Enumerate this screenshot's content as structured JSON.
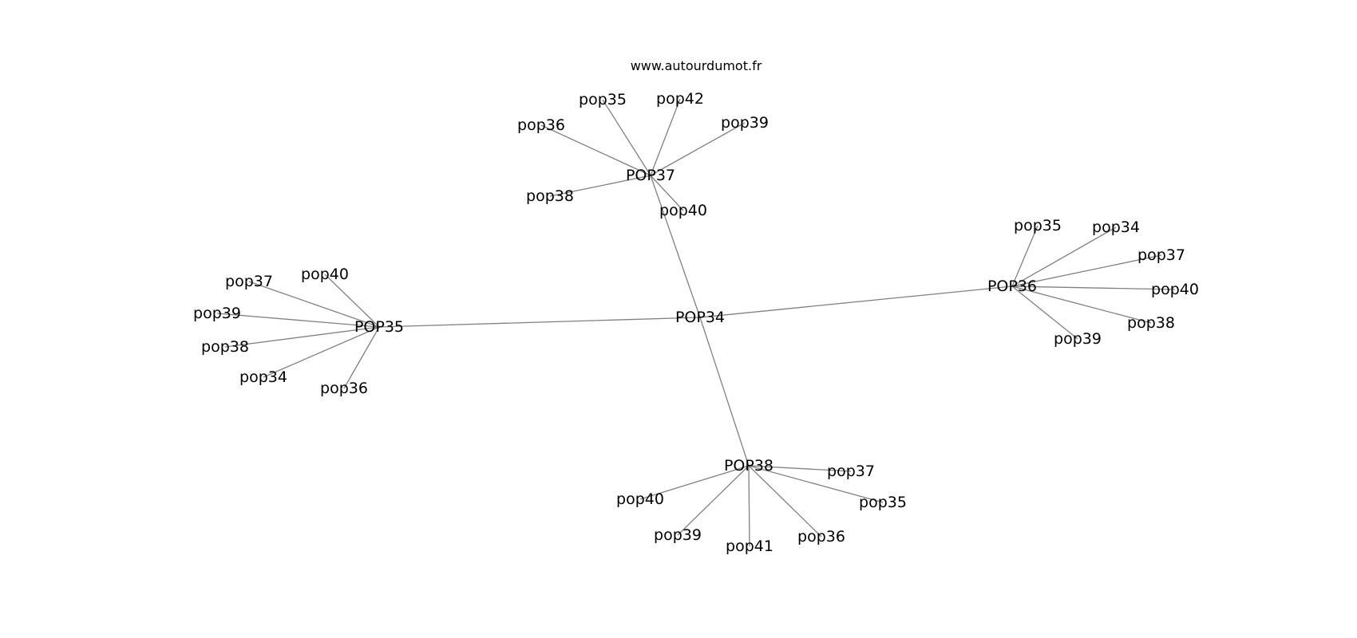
{
  "watermark": "www.autourdumot.fr",
  "graph": {
    "center": "POP34",
    "clusters": [
      {
        "id": "POP37",
        "label": "POP37",
        "leaves": [
          {
            "id": "POP37-pop35",
            "label": "pop35"
          },
          {
            "id": "POP37-pop42",
            "label": "pop42"
          },
          {
            "id": "POP37-pop39",
            "label": "pop39"
          },
          {
            "id": "POP37-pop36",
            "label": "pop36"
          },
          {
            "id": "POP37-pop38",
            "label": "pop38"
          },
          {
            "id": "POP37-pop40",
            "label": "pop40"
          }
        ]
      },
      {
        "id": "POP35",
        "label": "POP35",
        "leaves": [
          {
            "id": "POP35-pop37",
            "label": "pop37"
          },
          {
            "id": "POP35-pop40",
            "label": "pop40"
          },
          {
            "id": "POP35-pop39",
            "label": "pop39"
          },
          {
            "id": "POP35-pop38",
            "label": "pop38"
          },
          {
            "id": "POP35-pop34",
            "label": "pop34"
          },
          {
            "id": "POP35-pop36",
            "label": "pop36"
          }
        ]
      },
      {
        "id": "POP36",
        "label": "POP36",
        "leaves": [
          {
            "id": "POP36-pop35",
            "label": "pop35"
          },
          {
            "id": "POP36-pop34",
            "label": "pop34"
          },
          {
            "id": "POP36-pop37",
            "label": "pop37"
          },
          {
            "id": "POP36-pop40",
            "label": "pop40"
          },
          {
            "id": "POP36-pop38",
            "label": "pop38"
          },
          {
            "id": "POP36-pop39",
            "label": "pop39"
          }
        ]
      },
      {
        "id": "POP38",
        "label": "POP38",
        "leaves": [
          {
            "id": "POP38-pop37",
            "label": "pop37"
          },
          {
            "id": "POP38-pop35",
            "label": "pop35"
          },
          {
            "id": "POP38-pop40",
            "label": "pop40"
          },
          {
            "id": "POP38-pop39",
            "label": "pop39"
          },
          {
            "id": "POP38-pop41",
            "label": "pop41"
          },
          {
            "id": "POP38-pop36",
            "label": "pop36"
          }
        ]
      }
    ]
  }
}
